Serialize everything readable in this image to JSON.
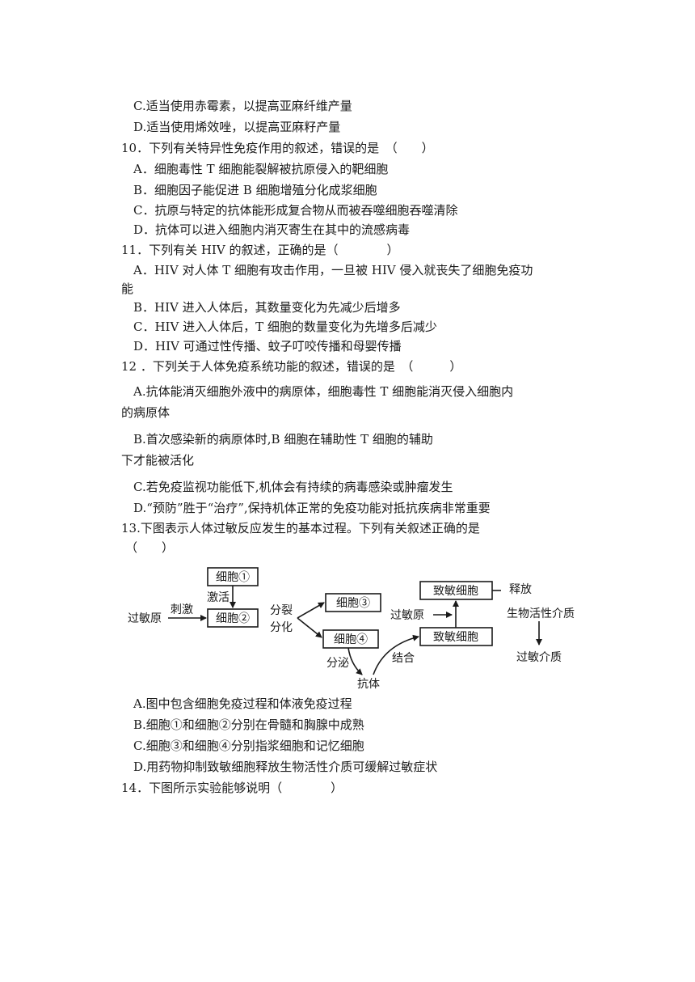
{
  "lines": [
    "C.适当使用赤霉素，以提高亚麻纤维产量",
    "D.适当使用烯效唑，以提高亚麻籽产量",
    "10．下列有关特异性免疫作用的叙述，错误的是　（　　）",
    "A．细胞毒性 T 细胞能裂解被抗原侵入的靶细胞",
    "B．细胞因子能促进 B 细胞增殖分化成浆细胞",
    "C．抗原与特定的抗体能形成复合物从而被吞噬细胞吞噬清除",
    "D．抗体可以进入细胞内消灭寄生在其中的流感病毒",
    "11．下列有关 HIV 的叙述，正确的是（　　　　）",
    "A．HIV 对人体 T 细胞有攻击作用，一旦被 HIV 侵入就丧失了细胞免疫功",
    "能",
    "B．HIV 进入人体后，其数量变化为先减少后增多",
    "C．HIV 进入人体后，T 细胞的数量变化为先增多后减少",
    "D．HIV 可通过性传播、蚊子叮咬传播和母婴传播",
    "12 ．下列关于人体免疫系统功能的叙述，错误的是　（　　　）",
    "A.抗体能消灭细胞外液中的病原体，细胞毒性 T 细胞能消灭侵入细胞内",
    "的病原体",
    "B.首次感染新的病原体时,B 细胞在辅助性 T 细胞的辅助",
    "下才能被活化",
    "C.若免疫监视功能低下,机体会有持续的病毒感染或肿瘤发生",
    "D.“预防”胜于“治疗”,保持机体正常的免疫功能对抵抗疾病非常重要",
    "13.下图表示人体过敏反应发生的基本过程。下列有关叙述正确的是",
    "（　　）",
    "A.图中包含细胞免疫过程和体液免疫过程",
    "B.细胞①和细胞②分别在骨髓和胸腺中成熟",
    "C.细胞③和细胞④分别指浆细胞和记忆细胞",
    "D.用药物抑制致敏细胞释放生物活性介质可缓解过敏症状",
    "14．下图所示实验能够说明（　　　　）"
  ],
  "diagram": {
    "cell1": "细胞①",
    "cell2": "细胞②",
    "cell3": "细胞③",
    "cell4": "细胞④",
    "sensitized_top": "致敏细胞",
    "sensitized_bottom": "致敏细胞",
    "allergen_left": "过敏原",
    "allergen_right": "过敏原",
    "stimulate": "刺激",
    "activate": "激活",
    "divide": "分裂",
    "differentiate": "分化",
    "secrete": "分泌",
    "combine": "结合",
    "antibody": "抗体",
    "release": "释放",
    "bioactive_medium": "生物活性介质",
    "allergic_medium": "过敏介质"
  }
}
